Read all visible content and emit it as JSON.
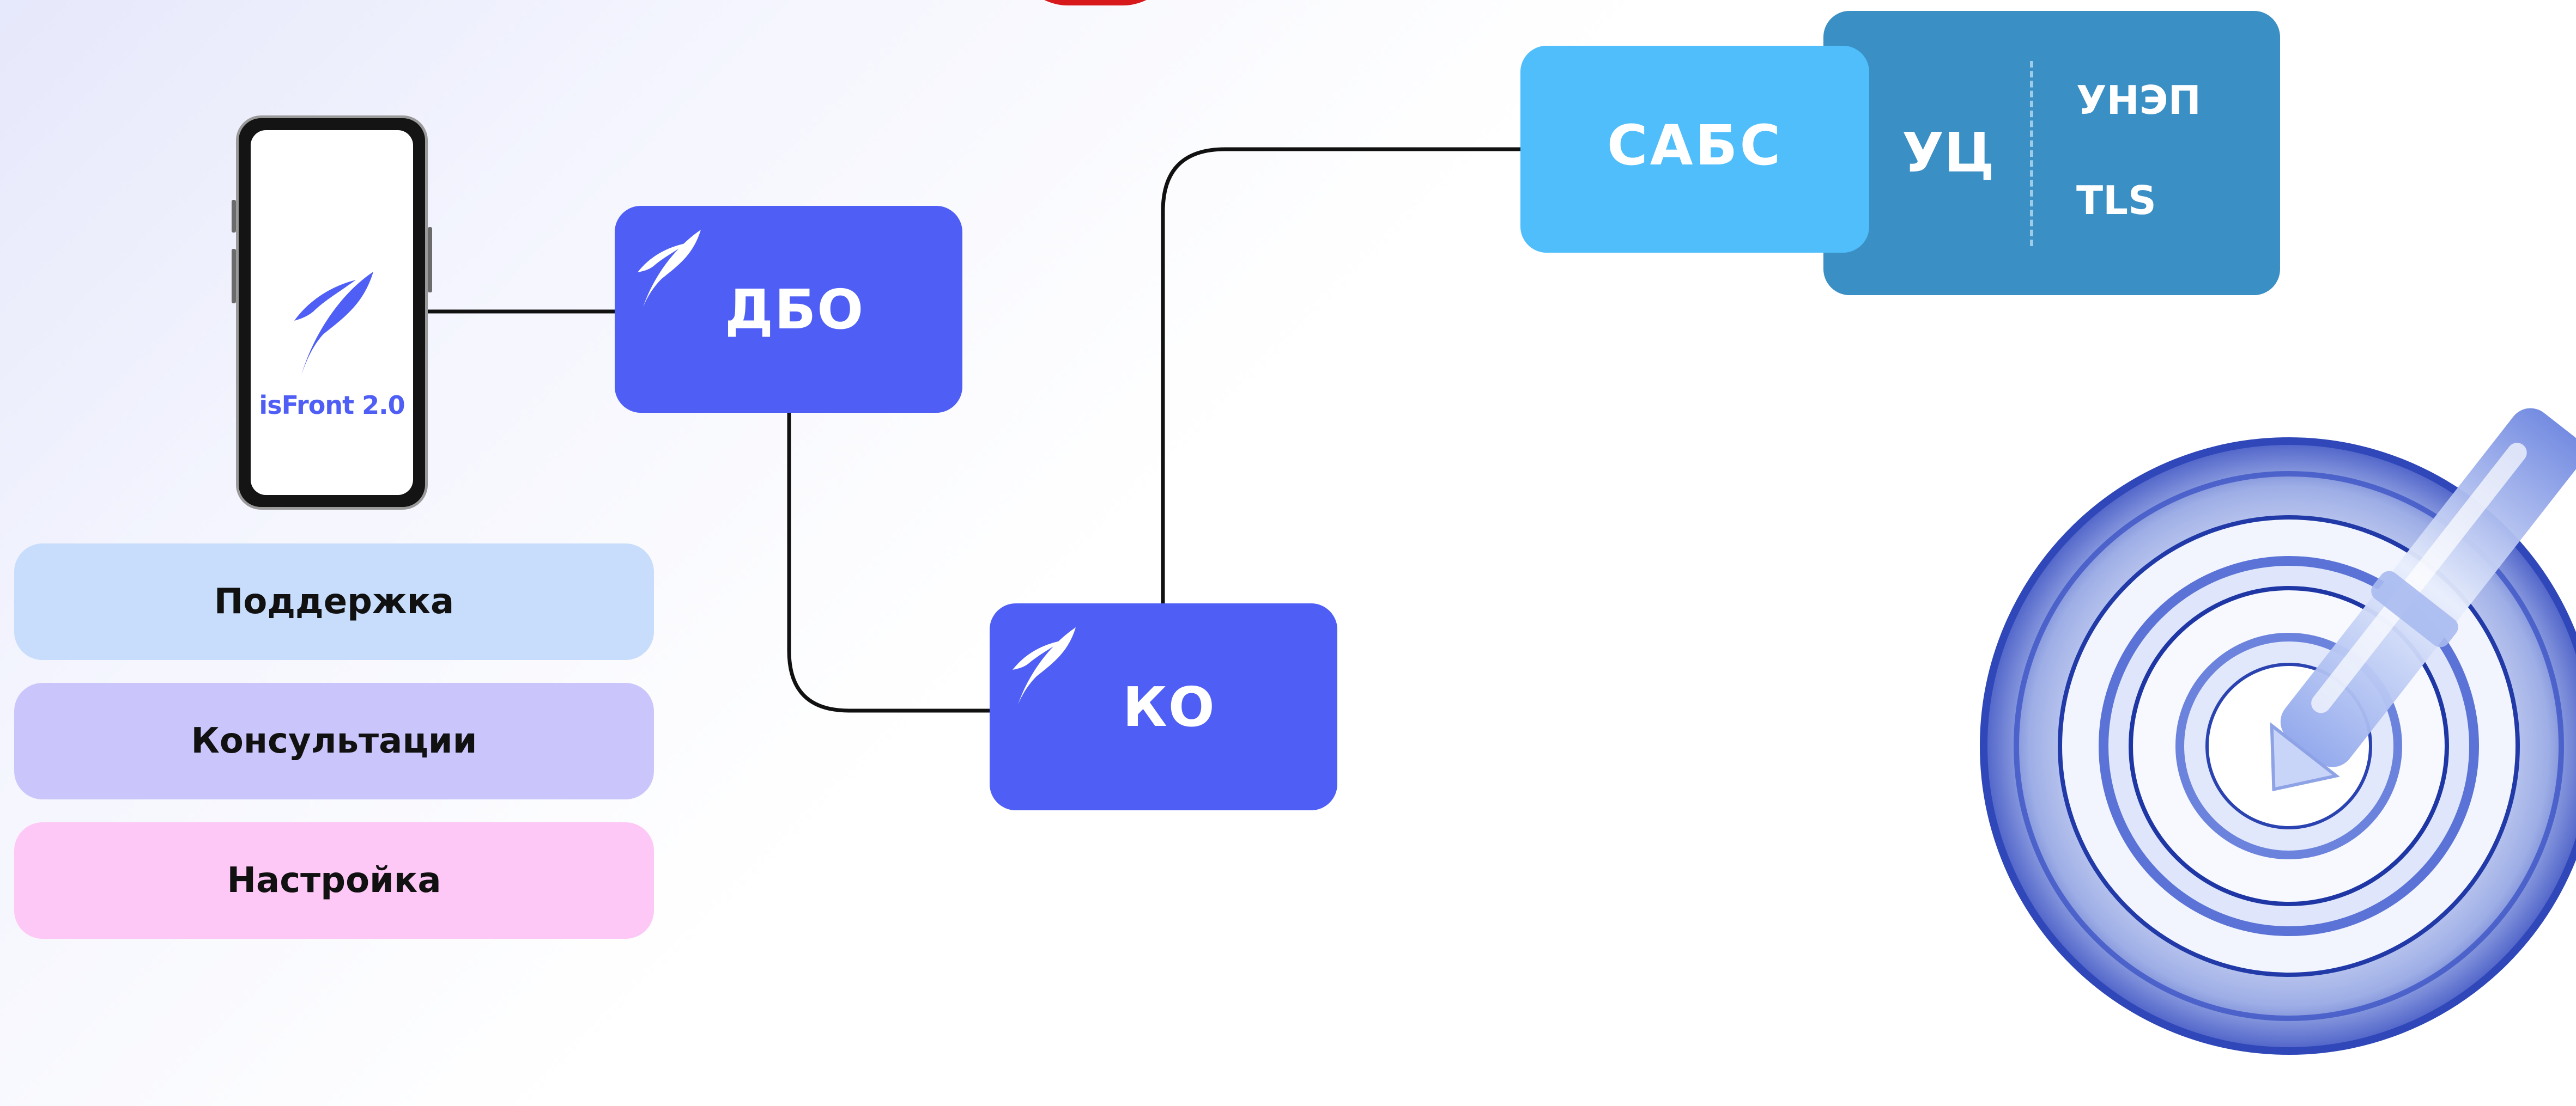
{
  "colors": {
    "dbo_ko_box": "#4f5ff5",
    "sabs_box": "#4fbefb",
    "uc_panel": "#3a8fc4",
    "pill_support": "#c7ddfb",
    "pill_consult": "#cac6fb",
    "pill_setup": "#fdc8f6",
    "connector": "#111111",
    "brand_blue": "#4f5ff5",
    "top_accent": "#d7191c"
  },
  "phone": {
    "brand": "isFront 2.0",
    "logo_icon": "isfront-logo-icon"
  },
  "nodes": {
    "dbo": {
      "label": "ДБО",
      "icon": "isfront-logo-icon"
    },
    "ko": {
      "label": "КО",
      "icon": "isfront-logo-icon"
    },
    "sabs": {
      "label": "САБС"
    },
    "uc": {
      "label": "УЦ",
      "items": [
        "УНЭП",
        "TLS"
      ]
    }
  },
  "services": [
    {
      "label": "Поддержка"
    },
    {
      "label": "Консультации"
    },
    {
      "label": "Настройка"
    }
  ],
  "decor": {
    "icon": "target-arrow-icon"
  }
}
